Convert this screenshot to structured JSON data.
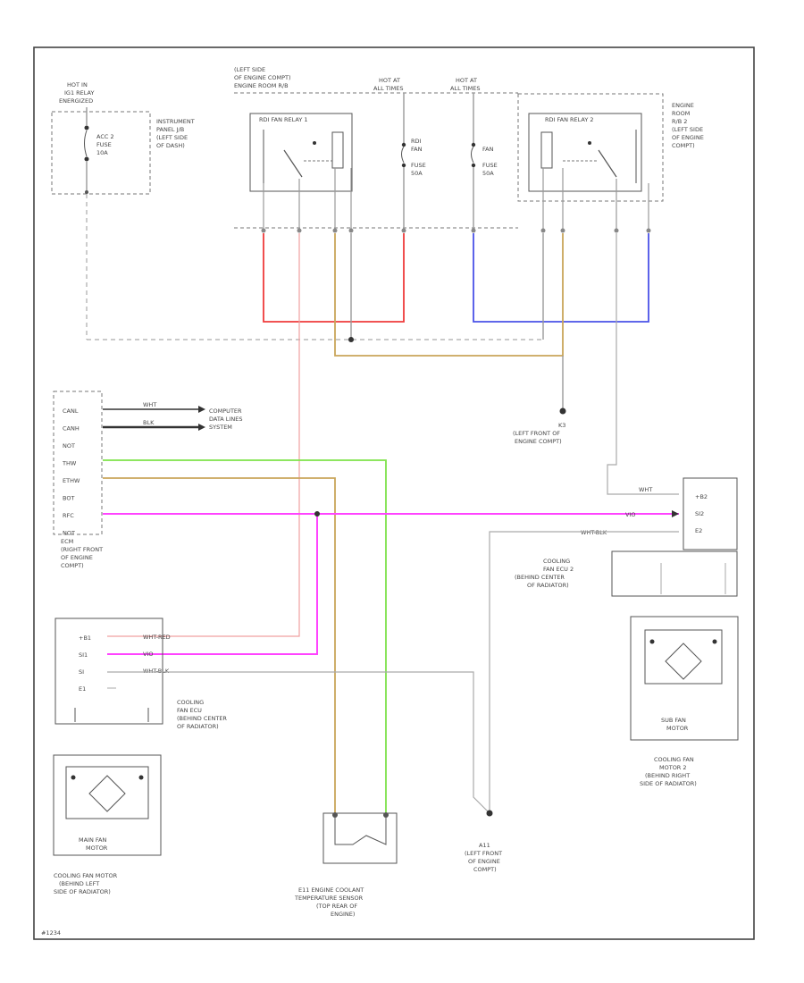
{
  "colors": {
    "red": "#ef3b3b",
    "blue": "#4a52e8",
    "tan": "#c9a55a",
    "green": "#7ee24a",
    "magenta": "#ff44ff",
    "pink": "#f0a0a0",
    "gray": "#9a9a9a",
    "dark": "#333333"
  },
  "labels": {
    "hot_ig_1": "HOT IN",
    "hot_ig_2": "IG1 RELAY",
    "hot_ig_3": "ENERGIZED",
    "fuse_acc_1": "ACC 2",
    "fuse_acc_2": "FUSE",
    "fuse_acc_3": "10A",
    "ip_jb_1": "INSTRUMENT",
    "ip_jb_2": "PANEL J/B",
    "ip_jb_3": "(LEFT SIDE",
    "ip_jb_4": "OF DASH)",
    "left_side_1": "(LEFT SIDE",
    "left_side_2": "OF ENGINE COMPT)",
    "left_side_3": "ENGINE ROOM R/B",
    "hot_at_1a": "HOT AT",
    "hot_at_1b": "ALL TIMES",
    "hot_at_2a": "HOT AT",
    "hot_at_2b": "ALL TIMES",
    "relay1": "RDI FAN RELAY 1",
    "relay2": "RDI FAN RELAY 2",
    "fuse_fan1_1": "RDI",
    "fuse_fan1_2": "FAN",
    "fuse_fan1_3": "FUSE",
    "fuse_fan1_4": "50A",
    "fuse_fan2_1": "FAN",
    "fuse_fan2_2": "FUSE",
    "fuse_fan2_3": "50A",
    "engine_rb2_1": "ENGINE",
    "engine_rb2_2": "ROOM",
    "engine_rb2_3": "R/B 2",
    "engine_rb2_4": "(LEFT SIDE",
    "engine_rb2_5": "OF ENGINE",
    "engine_rb2_6": "COMPT)",
    "ecm_pins": [
      "CANL",
      "CANH",
      "NOT",
      "THW",
      "ETHW",
      "BOT",
      "RFC",
      "NOT"
    ],
    "wire_whi": "WHT",
    "wire_blk": "BLK",
    "computer_1": "COMPUTER",
    "computer_2": "DATA LINES",
    "computer_3": "SYSTEM",
    "ground_k3_1": "K3",
    "ground_k3_2": "(LEFT FRONT OF",
    "ground_k3_3": "ENGINE COMPT)",
    "ecm_1": "ECM",
    "ecm_2": "(RIGHT FRONT",
    "ecm_3": "OF ENGINE",
    "ecm_4": "COMPT)",
    "cfm2_pins": [
      "+B2",
      "SI2",
      "E2"
    ],
    "cfm2_1": "COOLING",
    "cfm2_2": "FAN ECU 2",
    "cfm2_3": "(BEHIND CENTER",
    "cfm2_4": "OF RADIATOR)",
    "cfm1_pins": [
      "+B1",
      "SI1",
      "SI",
      "E1"
    ],
    "cfm1_1": "COOLING",
    "cfm1_2": "FAN ECU",
    "cfm1_3": "(BEHIND CENTER",
    "cfm1_4": "OF RADIATOR)",
    "wire_whtred": "WHT-RED",
    "wire_vio": "VIO",
    "wire_whtblk": "WHT-BLK",
    "sub_motor_1": "SUB FAN",
    "sub_motor_2": "MOTOR",
    "cfm_motor2_1": "COOLING FAN",
    "cfm_motor2_2": "MOTOR 2",
    "cfm_motor2_3": "(BEHIND RIGHT",
    "cfm_motor2_4": "SIDE OF RADIATOR)",
    "main_motor_1": "MAIN FAN",
    "main_motor_2": "MOTOR",
    "cfm_motor1_1": "COOLING FAN MOTOR",
    "cfm_motor1_2": "(BEHIND LEFT",
    "cfm_motor1_3": "SIDE OF RADIATOR)",
    "ect_1": "E11 ENGINE COOLANT",
    "ect_2": "TEMPERATURE SENSOR",
    "ect_3": "(TOP REAR OF",
    "ect_4": "ENGINE)",
    "ground_a11_1": "A11",
    "ground_a11_2": "(LEFT FRONT",
    "ground_a11_3": "OF ENGINE",
    "ground_a11_4": "COMPT)",
    "footer": "#1234"
  }
}
